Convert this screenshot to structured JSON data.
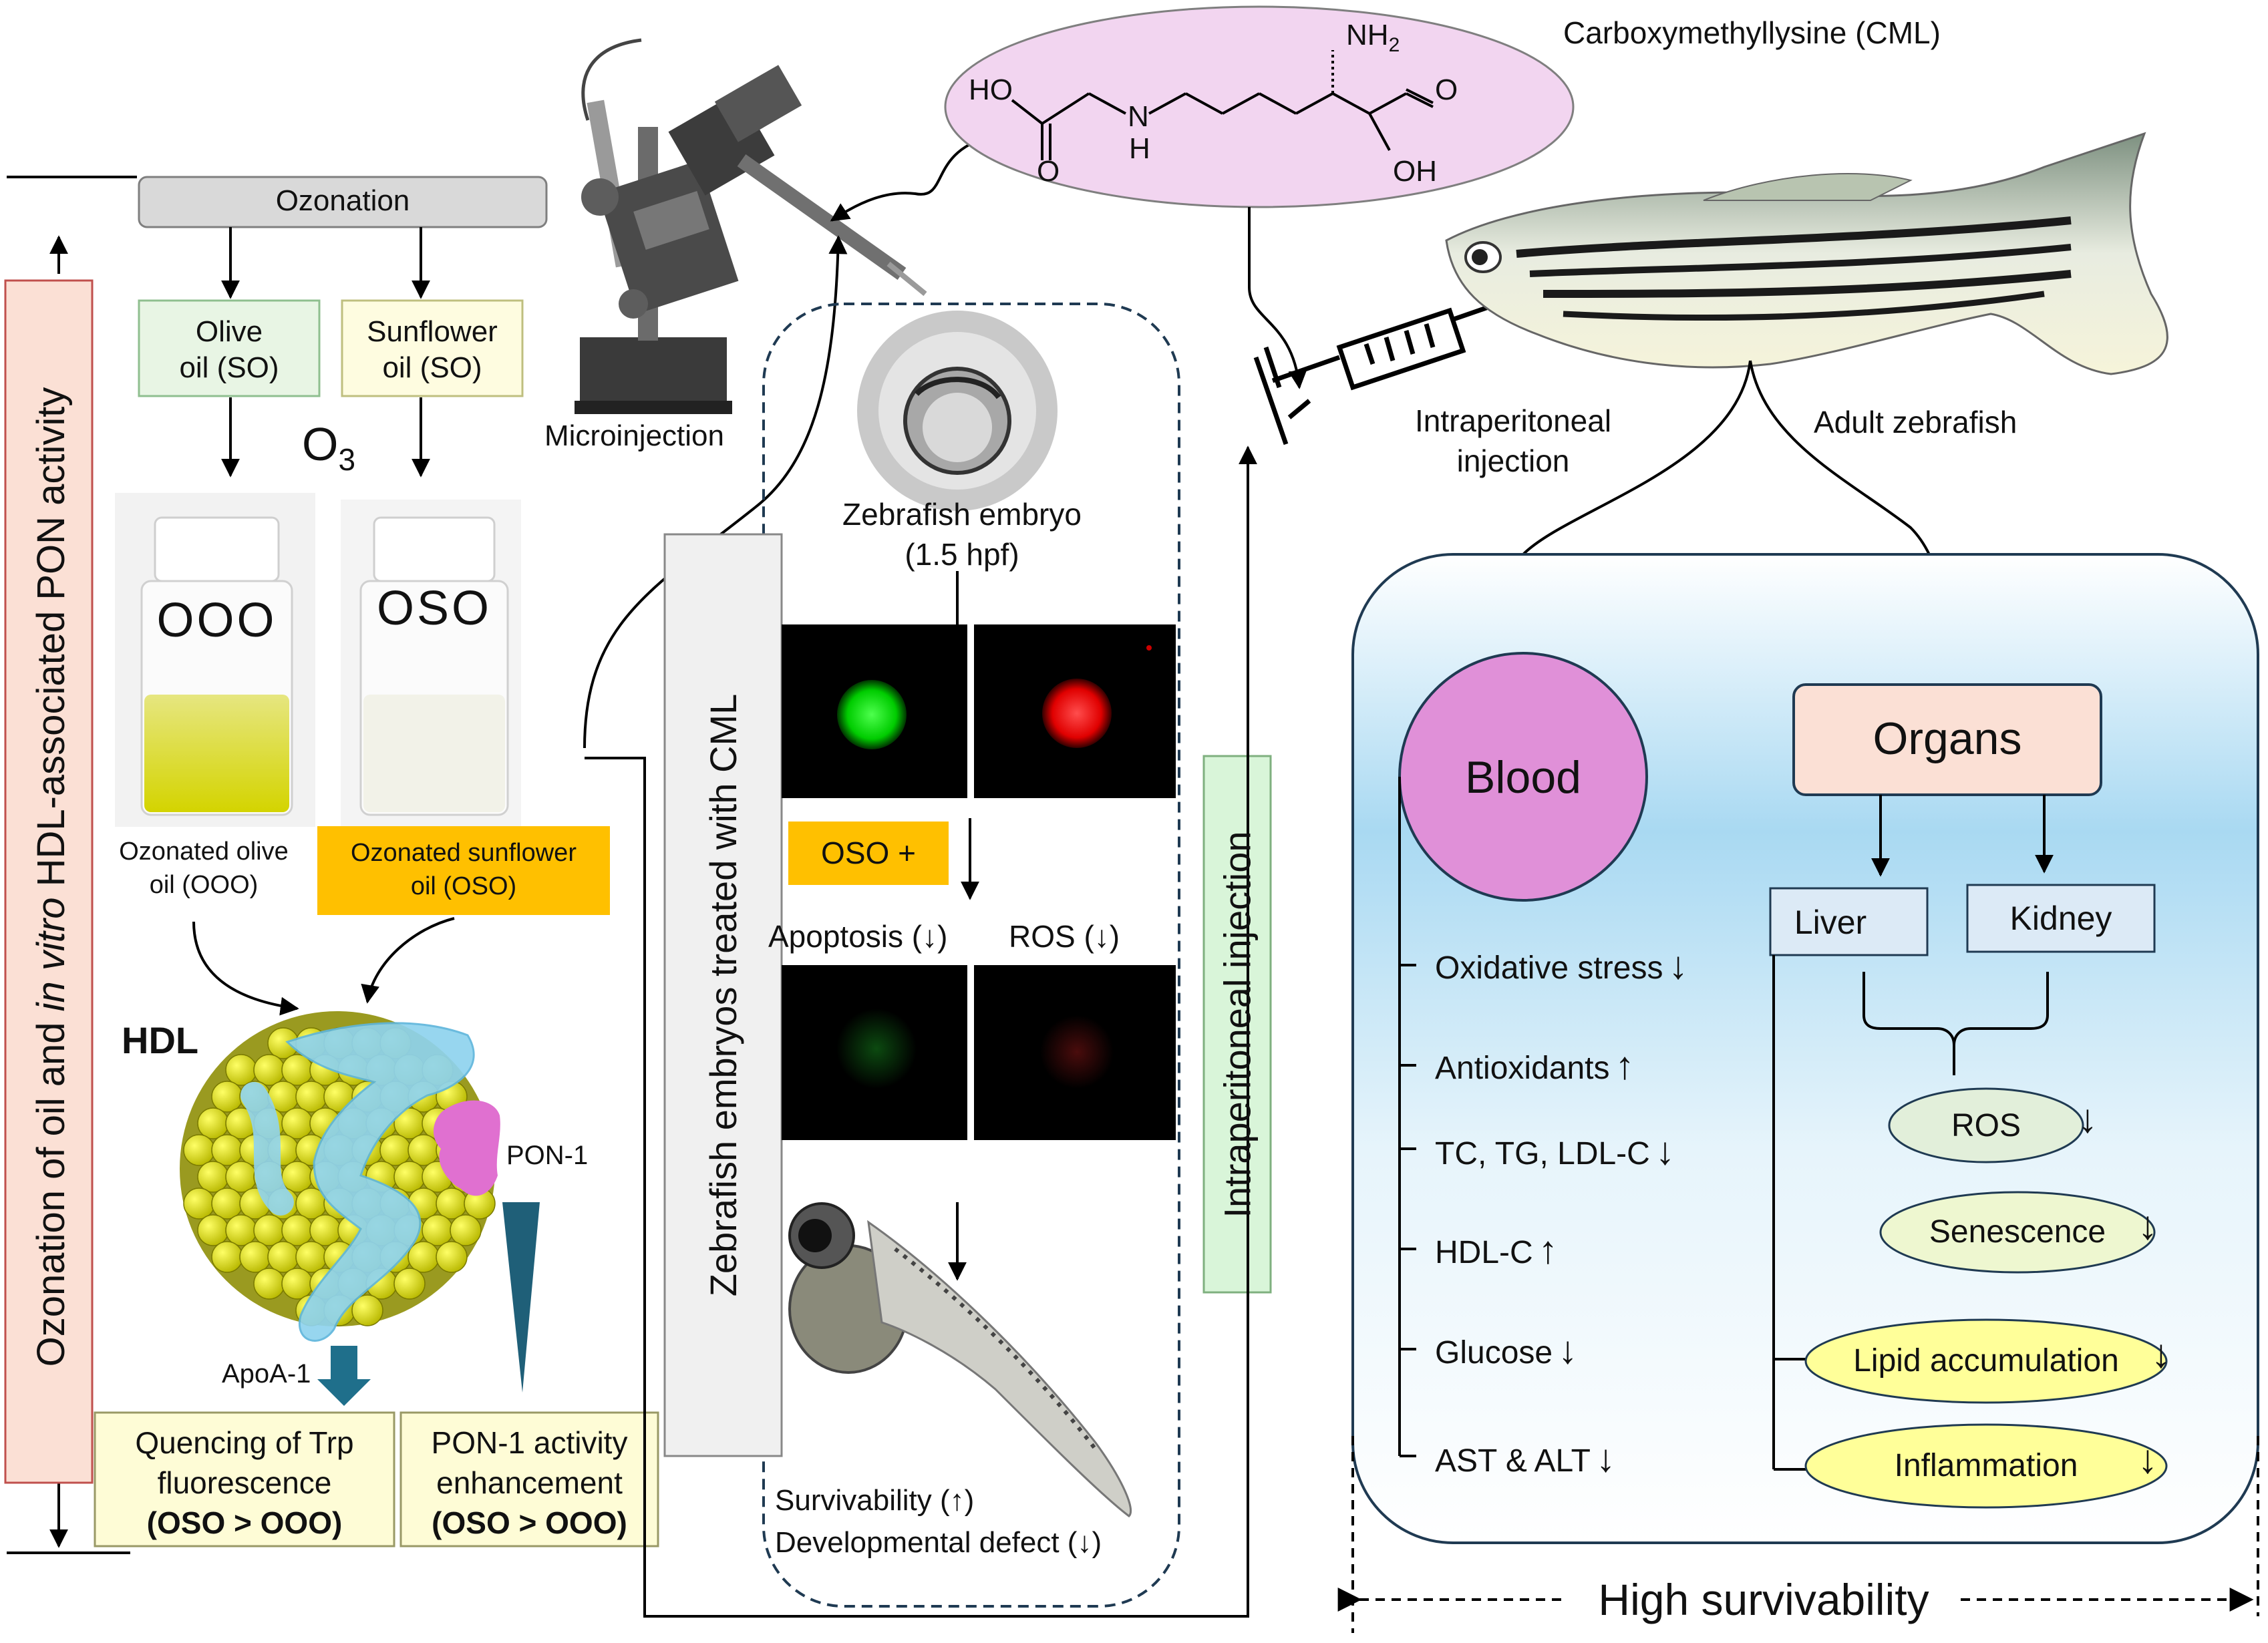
{
  "left_panel": {
    "vertical_title_part1": "Ozonation of oil and ",
    "vertical_title_italic": "in vitro",
    "vertical_title_part2": " HDL-associated PON activity",
    "ozonation_label": "Ozonation",
    "olive_box_line1": "Olive",
    "olive_box_line2": "oil (SO)",
    "sunflower_box_line1": "Sunflower",
    "sunflower_box_line2": "oil (SO)",
    "o3_label": "O",
    "o3_sub": "3",
    "vial1_text": "OOO",
    "vial2_text": "OSO",
    "ooo_caption_line1": "Ozonated olive",
    "ooo_caption_line2": "oil (OOO)",
    "oso_caption_line1": "Ozonated sunflower",
    "oso_caption_line2": "oil (OSO)",
    "hdl_label": "HDL",
    "pon1_label": "PON-1",
    "apoa1_label": "ApoA-1",
    "trp_line1": "Quencing of Trp",
    "trp_line2": "fluorescence",
    "trp_line3": "(OSO > OOO)",
    "pon_act_line1": "PON-1 activity",
    "pon_act_line2": "enhancement",
    "pon_act_line3": "(OSO > OOO)"
  },
  "middle_panel": {
    "microinjection_label": "Microinjection",
    "vertical_cml_label": "Zebrafish embryos treated with CML",
    "embryo_line1": "Zebrafish embryo",
    "embryo_line2": "(1.5 hpf)",
    "oso_plus": "OSO +",
    "apoptosis_label": "Apoptosis (",
    "ros_label": "ROS (",
    "close_paren": ")",
    "survivability_label": "Survivability (",
    "defect_label": "Developmental defect (",
    "ip_vertical_label": "Intraperitoneal injection"
  },
  "top_right": {
    "cml_title": "Carboxymethyllysine (CML)",
    "atoms": {
      "nh2": "NH",
      "nh2_sub": "2",
      "ho": "HO",
      "o1": "O",
      "n": "N",
      "h": "H",
      "o2": "O",
      "oh": "OH"
    },
    "ip_line1": "Intraperitoneal",
    "ip_line2": "injection",
    "adult_label": "Adult zebrafish"
  },
  "right_panel": {
    "blood_label": "Blood",
    "organs_label": "Organs",
    "liver_label": "Liver",
    "kidney_label": "Kidney",
    "blood_items": [
      {
        "text": "Oxidative stress",
        "dir": "down"
      },
      {
        "text": "Antioxidants",
        "dir": "up"
      },
      {
        "text": "TC, TG, LDL-C",
        "dir": "down"
      },
      {
        "text": "HDL-C",
        "dir": "up"
      },
      {
        "text": "Glucose",
        "dir": "down"
      },
      {
        "text": "AST & ALT",
        "dir": "down"
      }
    ],
    "organ_items": [
      "ROS",
      "Senescence",
      "Lipid accumulation",
      "Inflammation"
    ],
    "high_survivability": "High survivability"
  },
  "colors": {
    "ozonation_box": "#d9d9d9",
    "olive_box": "#e8f5e4",
    "sunflower_box": "#fefce0",
    "oso_orange": "#ffc000",
    "left_title_bg": "#fbe0d5",
    "cml_ellipse": "#f2d5f0",
    "blood_circle": "#e090d8",
    "organs_box": "#fbe0d5",
    "liver_box": "#dceaf6",
    "ros_ellipse": "#e2efda",
    "yellow_ellipse": "#ffff99",
    "ip_green_box": "#d9f5d9",
    "panel_blue": "#a8d8f0",
    "teal_arrow": "#1f6f8b"
  }
}
